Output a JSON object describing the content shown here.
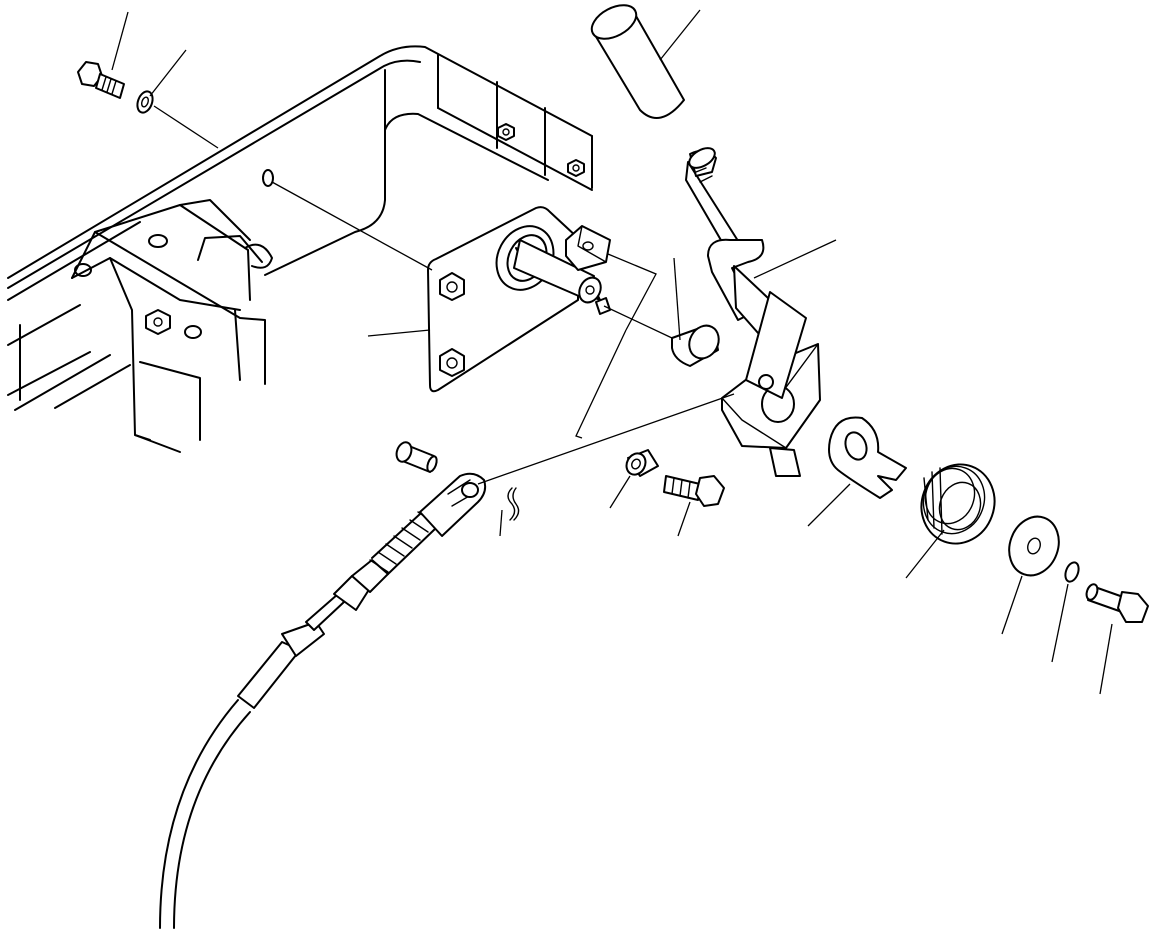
{
  "diagram": {
    "type": "exploded-parts-view",
    "line_color": "#000000",
    "background": "#ffffff",
    "parts": [
      {
        "id": "console-frame"
      },
      {
        "id": "mounting-plate"
      },
      {
        "id": "pivot-shaft"
      },
      {
        "id": "shaft-clamp-block"
      },
      {
        "id": "shaft-bushing"
      },
      {
        "id": "control-lever"
      },
      {
        "id": "lever-knob"
      },
      {
        "id": "spacer-bushing"
      },
      {
        "id": "lock-tab-washer"
      },
      {
        "id": "return-spring"
      },
      {
        "id": "flat-washer"
      },
      {
        "id": "spring-washer"
      },
      {
        "id": "retaining-bolt"
      },
      {
        "id": "cable-assembly"
      },
      {
        "id": "clevis-pin"
      },
      {
        "id": "cotter-pin"
      },
      {
        "id": "collar"
      },
      {
        "id": "cap-screw"
      },
      {
        "id": "frame-bolt"
      },
      {
        "id": "frame-washer"
      },
      {
        "id": "rivet"
      }
    ]
  }
}
